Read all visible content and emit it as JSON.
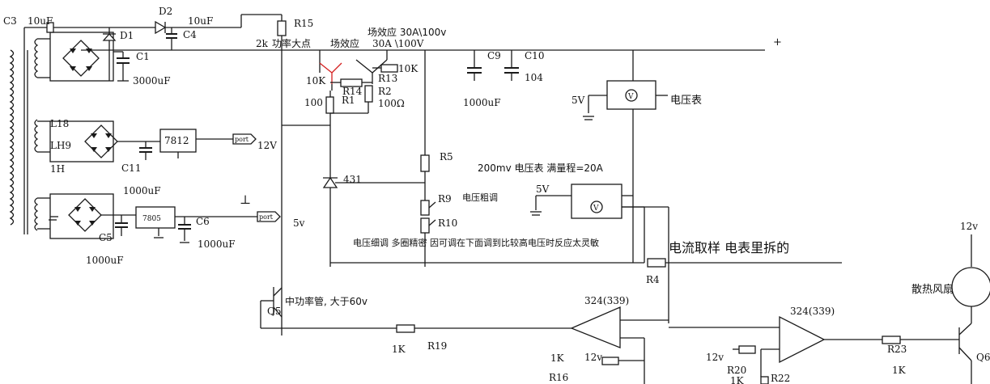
{
  "components": {
    "c3": "C3",
    "c3_val": "10uF",
    "d1": "D1",
    "d2": "D2",
    "c4_val": "10uF",
    "c4": "C4",
    "c1": "C1",
    "c1_val": "3000uF",
    "r15": "R15",
    "r15_val": "2k",
    "big_power": "功率大点",
    "fet_label": "场效应",
    "fet_spec": "场效应 30A\\100v",
    "fet_spec2": "30A \\100V",
    "plus": "+",
    "r14_val": "10K",
    "r14": "R14",
    "r13": "R13",
    "r13_val": "10K",
    "r1_val": "100",
    "r1": "R1",
    "r2": "R2",
    "r2_val": "100Ω",
    "c9": "C9",
    "c10": "C10",
    "c10_val": "104",
    "c9_val": "1000uF",
    "v5a": "5V",
    "voltmeter_label": "电压表",
    "l18": "L18",
    "lh9": "LH9",
    "h1": "1H",
    "c11": "C11",
    "c11_val": "1000uF",
    "reg7812": "7812",
    "port": "port",
    "v12": "12V",
    "r5": "R5",
    "ammeter_note": "200mv 电压表  满量程=20A",
    "v5b": "5V",
    "r9": "R9",
    "coarse": "电压粗调",
    "r10": "R10",
    "tl431": "431",
    "reg7805": "7805",
    "c5": "C5",
    "c6": "C6",
    "c6_val": "1000uF",
    "c5_val": "1000uF",
    "v5c": "5v",
    "fine_note": "电压细调  多圈精密  因可调在下面调到比较高电压时反应太灵敏",
    "current_sample": "电流取样  电表里拆的",
    "r4": "R4",
    "v12b": "12v",
    "fan": "散热风扇",
    "q5": "Q5",
    "q5_note": "中功率管, 大于60v",
    "op1": "324(339)",
    "op2": "324(339)",
    "r19_val": "1K",
    "r19": "R19",
    "r16_val": "1K",
    "v12c": "12v",
    "r16": "R16",
    "r23": "R23",
    "r23_val": "1K",
    "q6": "Q6",
    "v12d": "12v",
    "r20": "R20",
    "r20_val": "1K",
    "r22": "R22",
    "gnd_mark": "⊥",
    "voltmeter_symbol": "V"
  }
}
